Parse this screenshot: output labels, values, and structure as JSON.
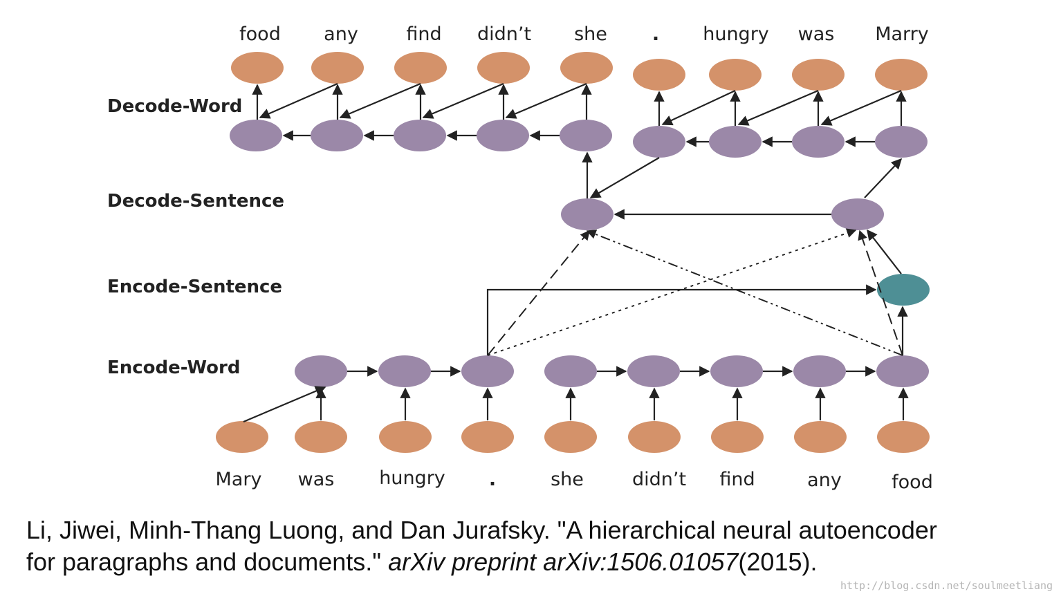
{
  "layers": {
    "decode_word": "Decode-Word",
    "decode_sentence": "Decode-Sentence",
    "encode_sentence": "Encode-Sentence",
    "encode_word": "Encode-Word"
  },
  "top_words": [
    "food",
    "any",
    "find",
    "didn’t",
    "she",
    ".",
    "hungry",
    "was",
    "Marry"
  ],
  "bottom_words": [
    "Mary",
    "was",
    "hungry",
    ".",
    "she",
    "didn’t",
    "find",
    "any",
    "food"
  ],
  "citation": {
    "line1": "Li, Jiwei, Minh-Thang Luong, and Dan Jurafsky. \"A hierarchical neural autoencoder",
    "line2_start": "for paragraphs and documents.\" ",
    "line2_italic": "arXiv preprint arXiv:1506.01057",
    "line2_end": "(2015)."
  },
  "watermark": "http://blog.csdn.net/soulmeetliang",
  "colors": {
    "word_node": "#D4926A",
    "hidden_node": "#9B88A8",
    "sentence_vector": "#4E8F95",
    "edge": "#222222"
  }
}
